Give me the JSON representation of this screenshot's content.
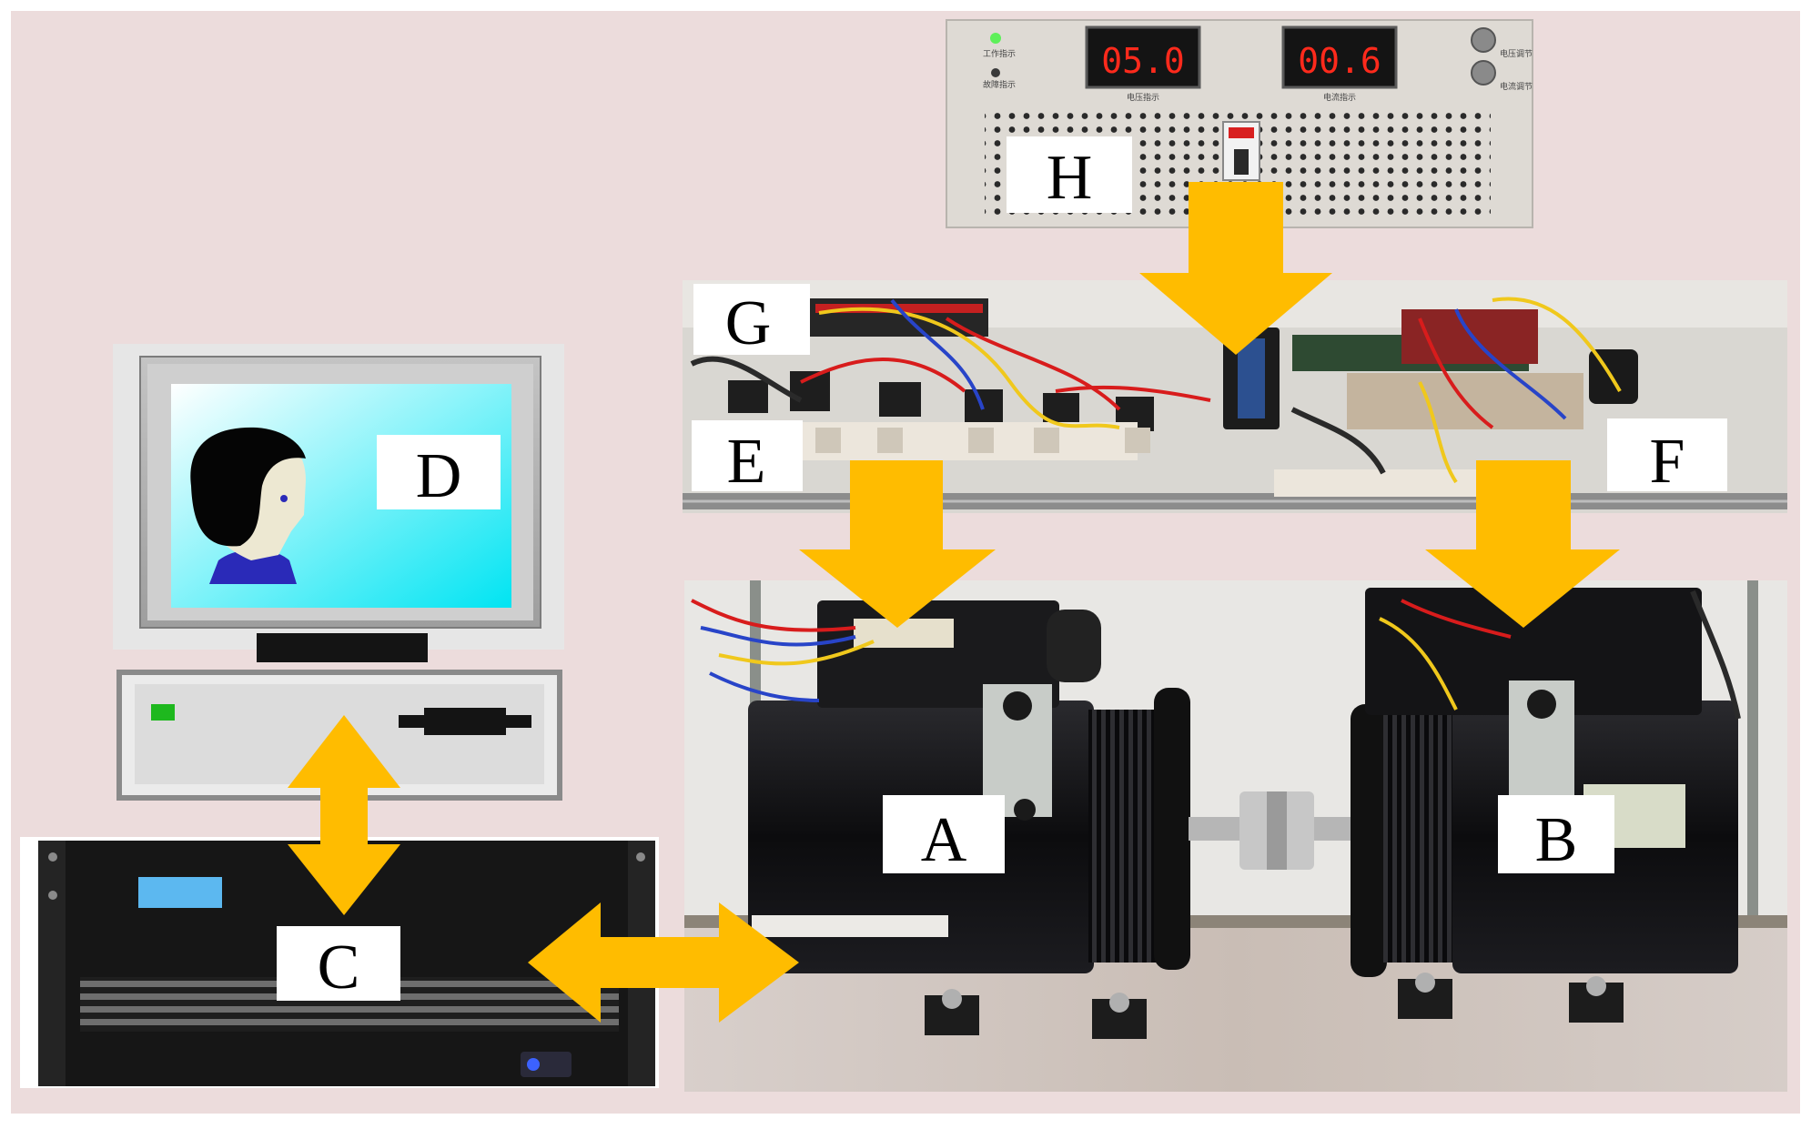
{
  "colors": {
    "background": "#ecdcdc",
    "arrow": "#ffbc00",
    "monitor_screen": "#00e8f4",
    "case_light": "#e6e6e6",
    "motor_black": "#101012",
    "wire_red": "#d81c1c",
    "wire_blue": "#2844c8",
    "wire_yellow": "#f0c81c",
    "led_red": "#ff2a1c"
  },
  "labels": {
    "A": "A",
    "B": "B",
    "C": "C",
    "D": "D",
    "E": "E",
    "F": "F",
    "G": "G",
    "H": "H"
  },
  "power_supply": {
    "voltage_display": "05.0",
    "current_display": "00.6"
  },
  "icons": [
    "person-icon",
    "computer-icon",
    "power-supply-photo",
    "controller-board-photo",
    "motor-test-bench-photo",
    "controller-box-photo"
  ]
}
